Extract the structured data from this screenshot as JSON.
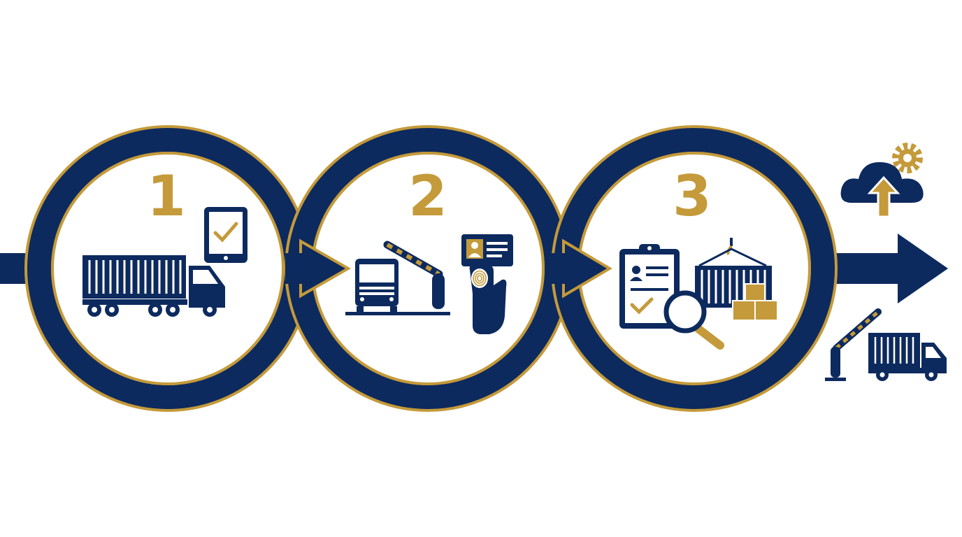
{
  "colors": {
    "navy": "#0d2a5e",
    "gold": "#c49a3a",
    "white": "#ffffff"
  },
  "steps": [
    {
      "number": "1",
      "icons": [
        "container-truck-icon",
        "tablet-check-icon"
      ]
    },
    {
      "number": "2",
      "icons": [
        "truck-front-icon",
        "boom-barrier-icon",
        "id-card-icon",
        "fingerprint-hand-icon"
      ]
    },
    {
      "number": "3",
      "icons": [
        "clipboard-check-icon",
        "magnifier-icon",
        "crane-container-icon",
        "boxes-icon"
      ]
    }
  ],
  "exit_icons": [
    "cloud-upload-gear-icon",
    "barrier-truck-exit-icon"
  ]
}
